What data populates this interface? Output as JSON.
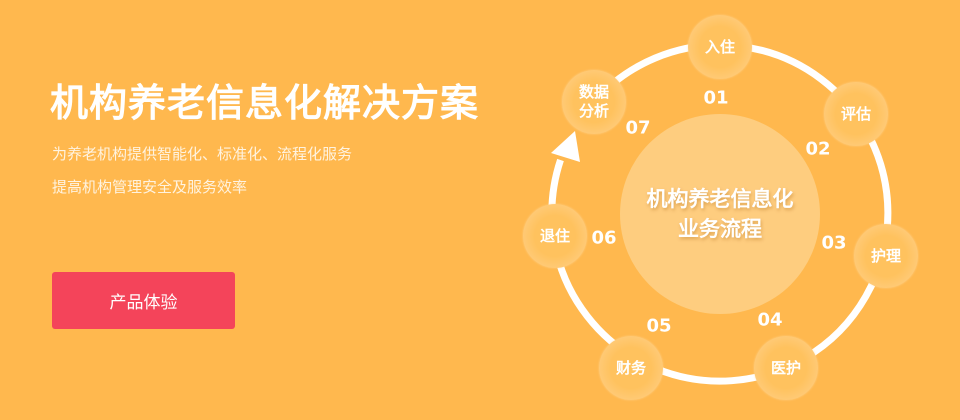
{
  "hero": {
    "title": "机构养老信息化解决方案",
    "subtitle_line1": "为养老机构提供智能化、标准化、流程化服务",
    "subtitle_line2": "提高机构管理安全及服务效率",
    "cta_label": "产品体验"
  },
  "diagram": {
    "center_line1": "机构养老信息化",
    "center_line2": "业务流程",
    "steps": [
      {
        "num": "01",
        "label": "入住"
      },
      {
        "num": "02",
        "label": "评估"
      },
      {
        "num": "03",
        "label": "护理"
      },
      {
        "num": "04",
        "label": "医护"
      },
      {
        "num": "05",
        "label": "财务"
      },
      {
        "num": "06",
        "label": "退住"
      },
      {
        "num": "07",
        "label_line1": "数据",
        "label_line2": "分析"
      }
    ]
  },
  "colors": {
    "background": "#ffb84e",
    "cta": "#f4445a",
    "center": "#fecd7f"
  }
}
